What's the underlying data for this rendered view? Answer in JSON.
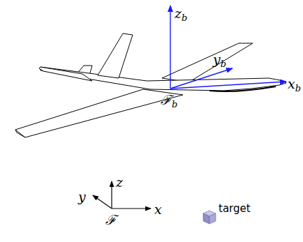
{
  "diagram": {
    "labels": [
      "zb",
      "yb",
      "xb",
      "ℱb",
      "z",
      "y",
      "x",
      "ℱ",
      "target"
    ]
  }
}
